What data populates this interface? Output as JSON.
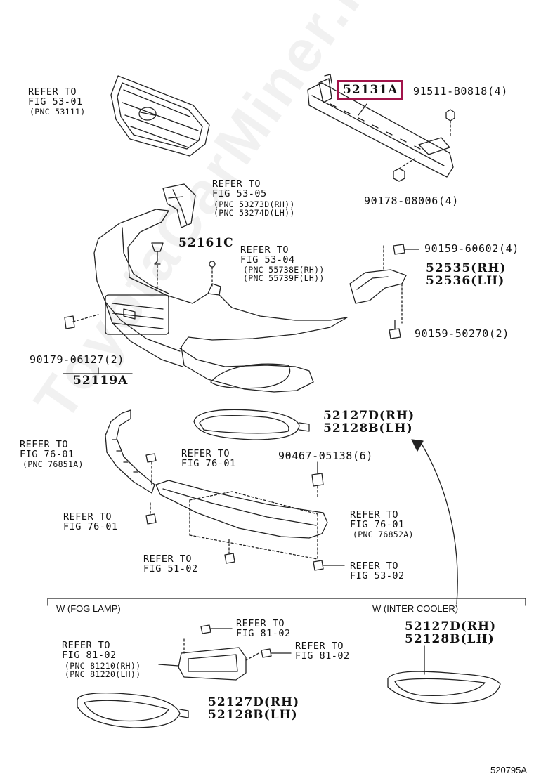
{
  "watermark": "ToyotaCarMiner.ru",
  "diagram_code": "520795A",
  "labels": {
    "grille_ref": "REFER TO\nFIG 53-01",
    "grille_pnc": "(PNC 53111)",
    "highlight_part": "52131A",
    "bolt_top": "91511-B0818(4)",
    "nut_top": "90178-08006(4)",
    "bracket_ref": "REFER TO\nFIG 53-05",
    "bracket_pnc": "(PNC 53273D(RH))\n(PNC 53274D(LH))",
    "clip_52161c": "52161C",
    "emblem_ref": "REFER TO\nFIG 53-04",
    "emblem_pnc": "(PNC 55738E(RH))\n(PNC 55739F(LH))",
    "screw_90159_60602": "90159-60602(4)",
    "retainer_rh_lh": "52535(RH)\n52536(LH)",
    "screw_90159_50270": "90159-50270(2)",
    "clip_90179": "90179-06127(2)",
    "bumper_cover": "52119A",
    "cover_top_rh_lh": "52127D(RH)\n52128B(LH)",
    "spoiler_ref": "REFER TO\nFIG 76-01",
    "spoiler_pnc": "(PNC 76851A)",
    "screw_ref_mid": "REFER TO\nFIG 76-01",
    "clip_90467": "90467-05138(6)",
    "screw_ref_left": "REFER TO\nFIG 76-01",
    "spoiler2_ref": "REFER TO\nFIG 76-01",
    "spoiler2_pnc": "(PNC 76852A)",
    "screw_ref_5102": "REFER TO\nFIG 51-02",
    "screw_ref_5302": "REFER TO\nFIG 53-02",
    "section_fog": "W (FOG LAMP)",
    "section_cooler": "W (INTER COOLER)",
    "cooler_rh_lh": "52127D(RH)\n52128B(LH)",
    "fog_screw_ref1": "REFER TO\nFIG 81-02",
    "fog_screw_ref2": "REFER TO\nFIG 81-02",
    "fog_lamp_ref": "REFER TO\nFIG 81-02",
    "fog_lamp_pnc": "(PNC 81210(RH))\n(PNC 81220(LH))",
    "fog_cover_rh_lh": "52127D(RH)\n52128B(LH)"
  },
  "colors": {
    "highlight": "#a1134a",
    "line": "#222222"
  }
}
